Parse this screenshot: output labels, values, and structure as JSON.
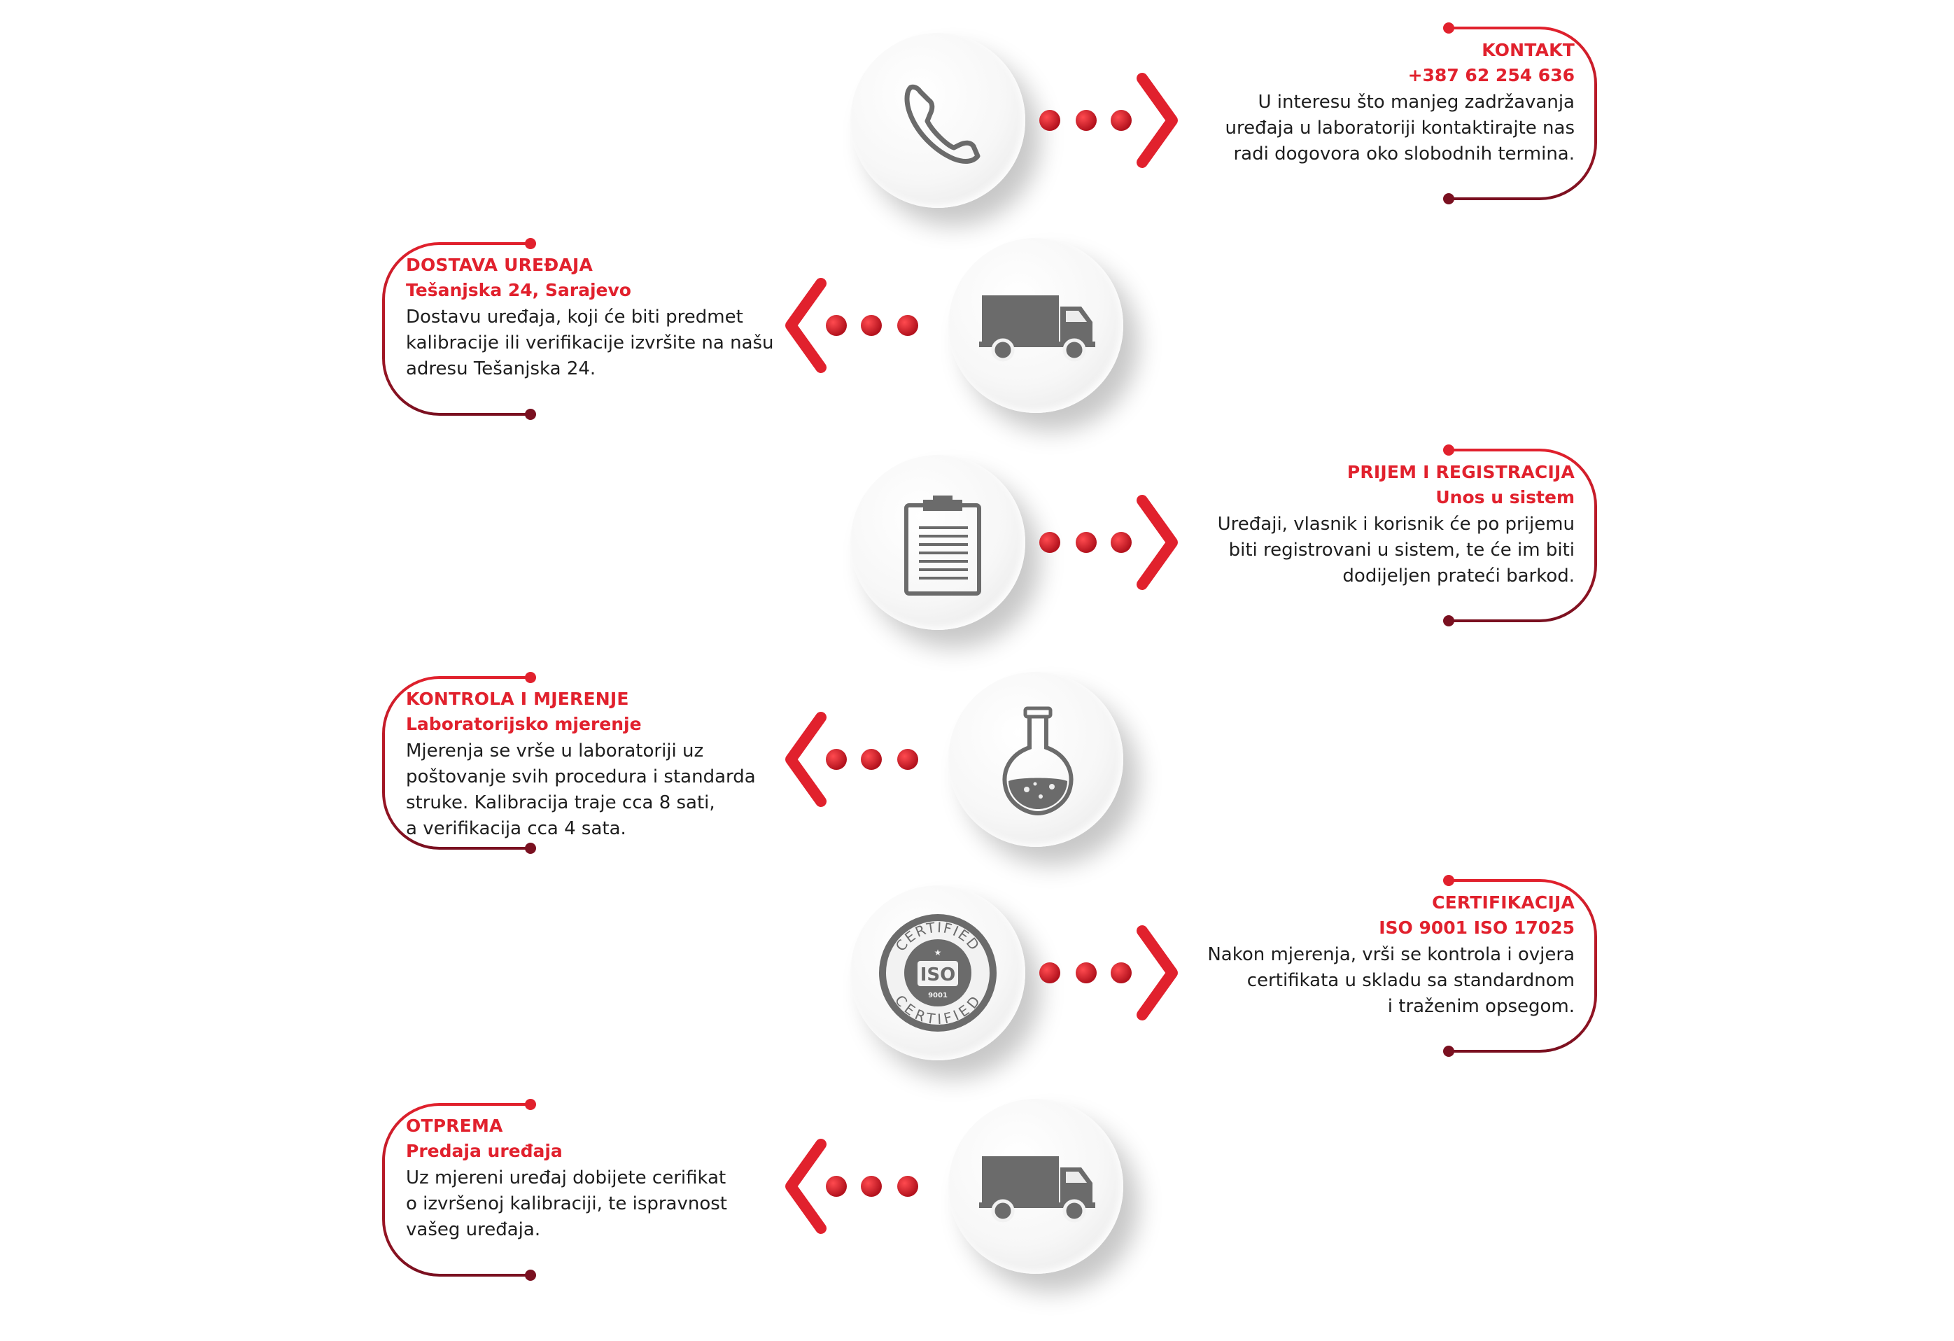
{
  "colors": {
    "accent": "#e1212d",
    "dark_red": "#7a1020",
    "icon": "#6b6b6b",
    "text": "#1e1e1e"
  },
  "steps": [
    {
      "id": "kontakt",
      "side": "right",
      "icon": "phone-icon",
      "title": "KONTAKT",
      "subtitle": "+387 62 254 636",
      "body": [
        "U interesu što manjeg zadržavanja",
        "uređaja u laboratoriji kontaktirajte nas",
        "radi dogovora oko slobodnih termina."
      ]
    },
    {
      "id": "dostava",
      "side": "left",
      "icon": "truck-icon",
      "title": "DOSTAVA UREĐAJA",
      "subtitle": "Tešanjska 24, Sarajevo",
      "body": [
        "Dostavu uređaja, koji će biti predmet",
        "kalibracije ili verifikacije izvršite na našu",
        "adresu Tešanjska 24."
      ]
    },
    {
      "id": "prijem",
      "side": "right",
      "icon": "clipboard-icon",
      "title": "PRIJEM I REGISTRACIJA",
      "subtitle": "Unos u sistem",
      "body": [
        "Uređaji, vlasnik i korisnik će po prijemu",
        "biti registrovani u sistem, te će im biti",
        "dodijeljen prateći barkod."
      ]
    },
    {
      "id": "kontrola",
      "side": "left",
      "icon": "flask-icon",
      "title": "KONTROLA I MJERENJE",
      "subtitle": "Laboratorijsko mjerenje",
      "body": [
        "Mjerenja se vrše u laboratoriji uz",
        "poštovanje svih procedura i standarda",
        "struke. Kalibracija traje cca 8 sati,",
        "a verifikacija cca 4 sata."
      ]
    },
    {
      "id": "certifikacija",
      "side": "right",
      "icon": "iso-certified-icon",
      "title": "CERTIFIKACIJA",
      "subtitle": "ISO 9001 ISO 17025",
      "body": [
        "Nakon mjerenja, vrši se kontrola i ovjera",
        "certifikata u skladu sa standardnom",
        "i traženim opsegom."
      ]
    },
    {
      "id": "otprema",
      "side": "left",
      "icon": "truck-icon",
      "title": "OTPREMA",
      "subtitle": "Predaja uređaja",
      "body": [
        "Uz mjereni uređaj dobijete cerifikat",
        "o izvršenoj kalibraciji, te ispravnost",
        "vašeg uređaja."
      ]
    }
  ]
}
